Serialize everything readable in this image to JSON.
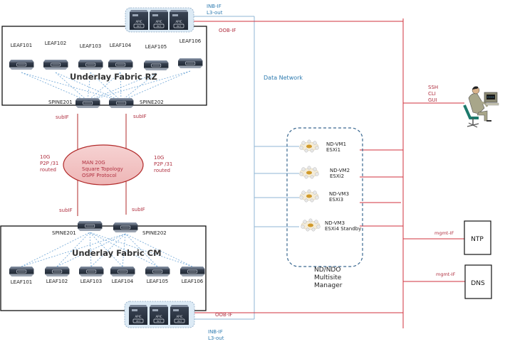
{
  "colors": {
    "oob": "#d0323c",
    "inb": "#8fb6d6",
    "mesh": "#6fa6d6",
    "switch": "#2b3442",
    "cluster_fill": "#dceaf5",
    "man_fill": "#f2c6c6",
    "man_stroke": "#b22a2a"
  },
  "fabric_rz": {
    "title": "Underlay Fabric RZ",
    "leaves": [
      "LEAF101",
      "LEAF102",
      "LEAF103",
      "LEAF104",
      "LEAF105",
      "LEAF106"
    ],
    "spines": [
      "SPINE201",
      "SPINE202"
    ],
    "apic_label": "APIC",
    "apic_count": 3
  },
  "fabric_cm": {
    "title": "Underlay Fabric CM",
    "leaves": [
      "LEAF101",
      "LEAF102",
      "LEAF103",
      "LEAF104",
      "LEAF105",
      "LEAF106"
    ],
    "spines": [
      "SPINE201",
      "SPINE202"
    ],
    "apic_label": "APIC",
    "apic_count": 3
  },
  "links": {
    "inb_top": [
      "INB-IF",
      "L3-out"
    ],
    "oob_top": "OOB-IF",
    "inb_bottom": [
      "INB-IF",
      "L3-out"
    ],
    "oob_bottom": "OOB-IF",
    "subif_top_left": "subIF",
    "subif_top_right": "subIF",
    "subif_bottom_left": "subIF",
    "subif_bottom_right": "subIF",
    "p2p_left": [
      "10G",
      "P2P /31",
      "routed"
    ],
    "p2p_right": [
      "10G",
      "P2P /31",
      "routed"
    ]
  },
  "man": {
    "lines": [
      "MAN  20G",
      "Square Topology",
      "OSPF Protocol"
    ]
  },
  "data_network_label": "Data Network",
  "nd_cluster": {
    "vms": [
      {
        "name": "ND-VM1",
        "host": "ESXi1"
      },
      {
        "name": "ND-VM2",
        "host": "ESXi2"
      },
      {
        "name": "ND-VM3",
        "host": "ESXi3"
      },
      {
        "name": "ND-VM3",
        "host": "ESXi4 Standby"
      }
    ],
    "title_lines": [
      "ND/NDO",
      "Multisite",
      "Manager"
    ]
  },
  "operator": {
    "access": [
      "SSH",
      "CLI",
      "GUI"
    ]
  },
  "services": [
    {
      "name": "NTP",
      "link_label": "mgmt-IF"
    },
    {
      "name": "DNS",
      "link_label": "mgmt-IF"
    }
  ]
}
